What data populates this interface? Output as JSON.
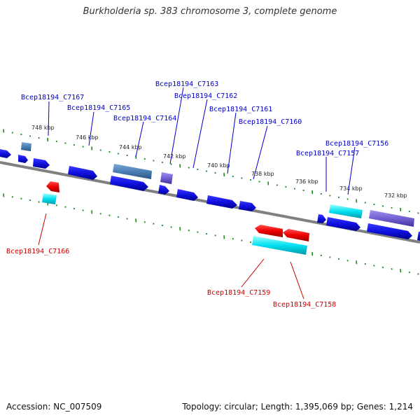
{
  "title": "Burkholderia sp. 383 chromosome 3, complete genome",
  "footer": {
    "accession": "Accession: NC_007509",
    "stats": "Topology: circular; Length: 1,395,069 bp; Genes: 1,214"
  },
  "scale_labels": [
    "748 kbp",
    "746 kbp",
    "744 kbp",
    "742 kbp",
    "740 kbp",
    "738 kbp",
    "736 kbp",
    "734 kbp",
    "732 kbp"
  ],
  "forward_labels": [
    "Bcep18194_C7167",
    "Bcep18194_C7165",
    "Bcep18194_C7164",
    "Bcep18194_C7163",
    "Bcep18194_C7162",
    "Bcep18194_C7161",
    "Bcep18194_C7160",
    "Bcep18194_C7156",
    "Bcep18194_C7157"
  ],
  "reverse_labels": [
    "Bcep18194_C7166",
    "Bcep18194_C7159",
    "Bcep18194_C7158"
  ],
  "colors": {
    "forward_label": "#0000cc",
    "reverse_label": "#cc0000",
    "backbone": "#808080",
    "tick": "#1a8a1a",
    "gene_blue": "#1010e0",
    "gene_steel": "#4a7fb5",
    "gene_purple": "#7060d0",
    "gene_red": "#ee0000",
    "gene_cyan": "#00e0f0"
  }
}
